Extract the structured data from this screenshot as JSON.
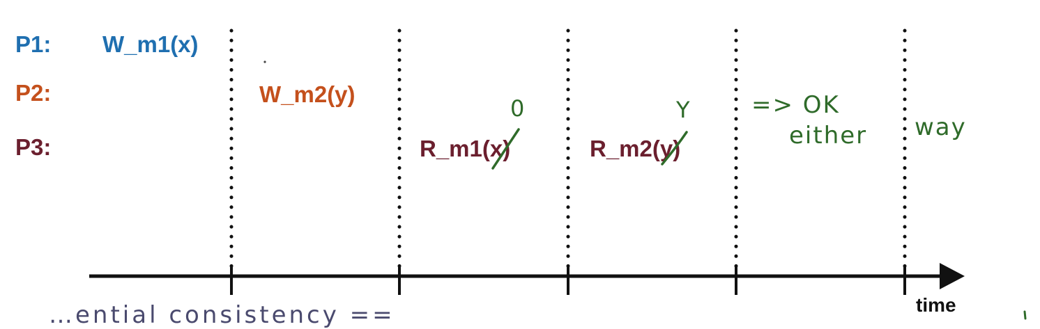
{
  "processes": [
    {
      "label": "P1:",
      "color": "#1f6fb0"
    },
    {
      "label": "P2:",
      "color": "#c4501c"
    },
    {
      "label": "P3:",
      "color": "#6b1f2e"
    }
  ],
  "operations": {
    "p1_write": "W_m1(x)",
    "p2_write": "W_m2(y)",
    "p3_read1": "R_m1(x)",
    "p3_read2": "R_m2(y)"
  },
  "annotations": {
    "read1_value": "0",
    "read2_value": "Y",
    "ok_line": "=> OK",
    "either_line": "either",
    "way_line": "way",
    "bottom_note": "…ential consistency =="
  },
  "axis": {
    "label": "time"
  },
  "colors": {
    "axis": "#111111",
    "handwriting": "#2f6b2a"
  }
}
